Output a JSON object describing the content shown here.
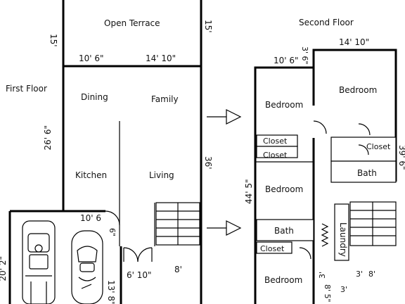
{
  "first_floor": {
    "label": "First Floor",
    "rooms": {
      "terrace": "Open Terrace",
      "dining": "Dining",
      "family": "Family",
      "kitchen": "Kitchen",
      "living": "Living"
    },
    "dims": {
      "terrace_left": "15'",
      "terrace_right": "15'",
      "width_left": "10' 6\"",
      "width_right": "14' 10\"",
      "depth_left": "26' 6\"",
      "depth_right": "36'",
      "garage_notch_w": "10' 6",
      "garage_notch_h": "6\"",
      "entry": "6' 10\"",
      "stair": "8'",
      "garage_depth_left": "20' 2\"",
      "garage_depth_right": "13' 8\""
    }
  },
  "second_floor": {
    "label": "Second Floor",
    "rooms": {
      "bedroom_top_left": "Bedroom",
      "bedroom_top_right": "Bedroom",
      "closet_1": "Closet",
      "closet_2": "Closet",
      "closet_right": "Closet",
      "bath_right": "Bath",
      "bedroom_mid": "Bedroom",
      "bath_left": "Bath",
      "closet_lower": "Closet",
      "laundry": "Laundry",
      "bedroom_bottom": "Bedroom"
    },
    "dims": {
      "top_width": "14' 10\"",
      "left_width": "10' 6\"",
      "step": "3' 6\"",
      "right_depth": "39' 6\"",
      "left_depth": "44' 5\"",
      "corr_a": "3'",
      "corr_b": "3'",
      "corr_c": "8'",
      "bottom_depth": "8' 5\"",
      "bottom_w": "3'"
    }
  }
}
